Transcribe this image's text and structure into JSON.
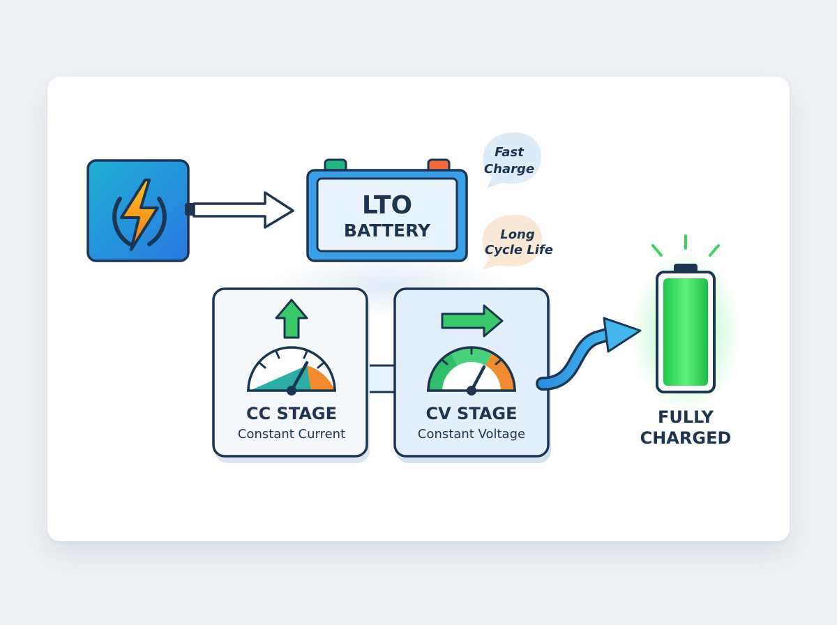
{
  "battery": {
    "line1": "LTO",
    "line2": "BATTERY"
  },
  "bubbles": {
    "fast": {
      "line1": "Fast",
      "line2": "Charge"
    },
    "long": {
      "line1": "Long",
      "line2": "Cycle Life"
    }
  },
  "cc_stage": {
    "title": "CC STAGE",
    "subtitle": "Constant Current"
  },
  "cv_stage": {
    "title": "CV STAGE",
    "subtitle": "Constant Voltage"
  },
  "result": {
    "line1": "FULLY",
    "line2": "CHARGED"
  },
  "icons": {
    "power": "lightning-bolt-icon",
    "cc_arrow": "arrow-up-icon",
    "cv_arrow": "arrow-right-icon",
    "gauge": "gauge-icon",
    "result": "battery-full-icon"
  },
  "colors": {
    "outline": "#1b3553",
    "blue": "#2a8fe0",
    "green": "#2fcf5a",
    "orange": "#f28a2e",
    "panel": "#e9f3fb"
  }
}
